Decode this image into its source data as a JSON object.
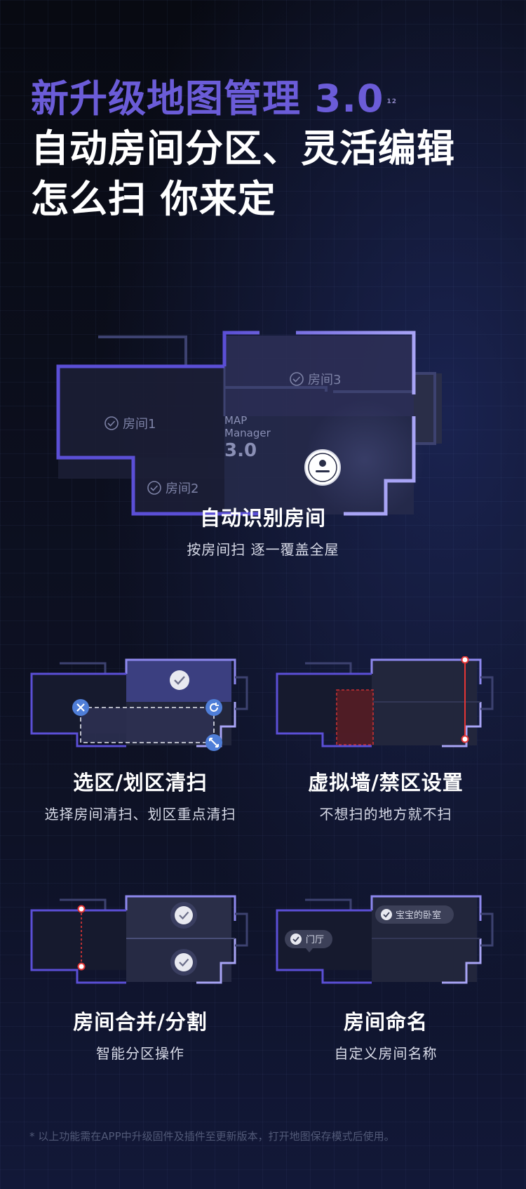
{
  "hero": {
    "line1": "新升级地图管理 3.0",
    "line1_sup": "12",
    "line2": "自动房间分区、灵活编辑",
    "line3": "怎么扫 你来定"
  },
  "main_map": {
    "room1": "房间1",
    "room2": "房间2",
    "room3": "房间3",
    "badge_line1": "MAP",
    "badge_line2": "Manager",
    "badge_line3": "3.0",
    "title": "自动识别房间",
    "subtitle": "按房间扫  逐一覆盖全屋"
  },
  "features": [
    {
      "title": "选区/划区清扫",
      "subtitle": "选择房间清扫、划区重点清扫"
    },
    {
      "title": "虚拟墙/禁区设置",
      "subtitle": "不想扫的地方就不扫"
    },
    {
      "title": "房间合并/分割",
      "subtitle": "智能分区操作"
    },
    {
      "title": "房间命名",
      "subtitle": "自定义房间名称",
      "label_a": "宝宝的卧室",
      "label_b": "门厅"
    }
  ],
  "footer": {
    "note": "* 以上功能需在APP中升级固件及插件至更新版本，打开地图保存模式后使用。"
  },
  "colors": {
    "accent": "#6b5cd8",
    "wall": "#7a6ff0",
    "forbidden": "#e53535",
    "check": "#4f7ed8"
  }
}
